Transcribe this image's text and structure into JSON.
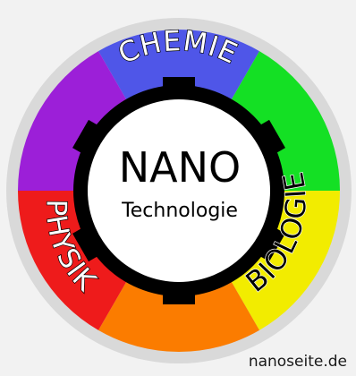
{
  "center": {
    "title": "NANO",
    "subtitle": "Technologie"
  },
  "segments": [
    {
      "id": "chemie",
      "label": "CHEMIE",
      "color": "#4f56e8"
    },
    {
      "id": "green",
      "label": "",
      "color": "#14e024"
    },
    {
      "id": "biologie",
      "label": "BIOLOGIE",
      "color": "#f2ec00"
    },
    {
      "id": "orange",
      "label": "",
      "color": "#fb7c00"
    },
    {
      "id": "physik",
      "label": "PHYSIK",
      "color": "#ee1b1b"
    },
    {
      "id": "purple",
      "label": "",
      "color": "#9c1fd8"
    }
  ],
  "credit": "nanoseite.de"
}
